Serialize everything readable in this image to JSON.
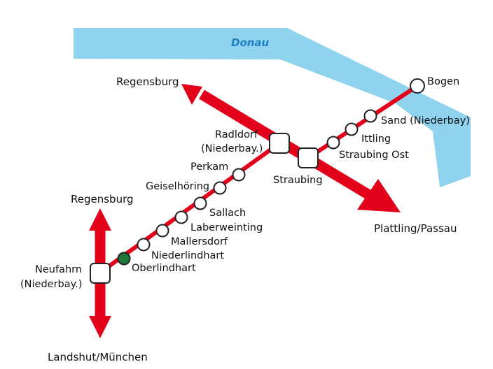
{
  "river": {
    "name": "Donau",
    "color": "#8fd3ef"
  },
  "line": {
    "color": "#e3001b"
  },
  "destinations": {
    "north_nw": "Regensburg",
    "north_w": "Regensburg",
    "south": "Landshut/München",
    "east": "Plattling/Passau"
  },
  "hubs": {
    "neufahrn": [
      "Neufahrn",
      "(Niederbay.)"
    ],
    "radldorf": [
      "Radldorf",
      "(Niederbay.)"
    ],
    "straubing": "Straubing"
  },
  "stations": {
    "oberlindhart": "Oberlindhart",
    "niederlindhart": "Niederlindhart",
    "mallersdorf": "Mallersdorf",
    "laberweinting": "Laberweinting",
    "sallach": "Sallach",
    "geiselhoering": "Geiselhöring",
    "perkam": "Perkam",
    "straubing_ost": "Straubing Ost",
    "ittling": "Ittling",
    "sand": "Sand (Niederbay)",
    "bogen": "Bogen"
  },
  "highlighted_station": "Oberlindhart",
  "highlight_color": "#1f7a3a"
}
